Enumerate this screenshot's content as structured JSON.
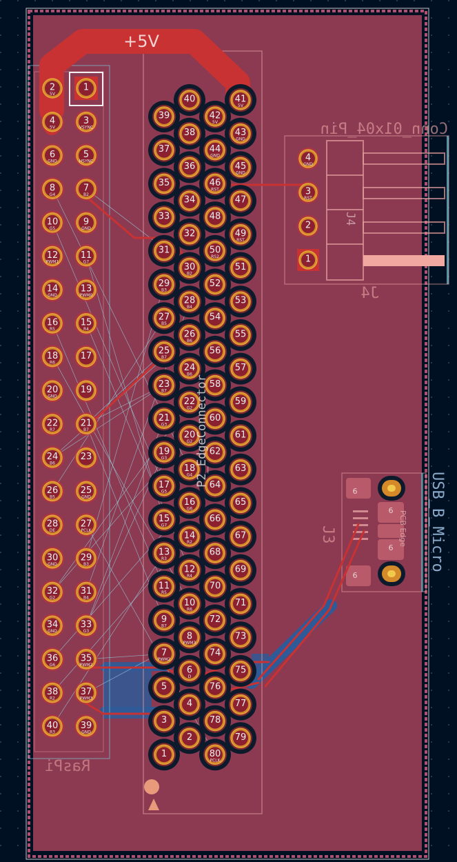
{
  "board": {
    "power_net_label": "+5V",
    "colors": {
      "background": "#001023",
      "copper_fill": "#8b3a52",
      "track_front": "#c83232",
      "track_back": "#2e5a98",
      "pad": "#d58a2a",
      "ratsnest": "#9ad7e6",
      "silkscreen": "#e6a0a0"
    }
  },
  "components": {
    "raspi": {
      "reference": "RasPi",
      "pins": [
        {
          "num": "1",
          "net": ""
        },
        {
          "num": "2",
          "net": "5V"
        },
        {
          "num": "3",
          "net": "VSYNC"
        },
        {
          "num": "4",
          "net": "5V"
        },
        {
          "num": "5",
          "net": "HSYNC"
        },
        {
          "num": "6",
          "net": "GND"
        },
        {
          "num": "7",
          "net": "B2"
        },
        {
          "num": "8",
          "net": "G4"
        },
        {
          "num": "9",
          "net": "GND"
        },
        {
          "num": "10",
          "net": "G5"
        },
        {
          "num": "11",
          "net": "G7"
        },
        {
          "num": "12",
          "net": "PWM1"
        },
        {
          "num": "13",
          "net": "PWM0"
        },
        {
          "num": "14",
          "net": "GND"
        },
        {
          "num": "15",
          "net": "R4"
        },
        {
          "num": "16",
          "net": "R5"
        },
        {
          "num": "17",
          "net": ""
        },
        {
          "num": "18",
          "net": "R6"
        },
        {
          "num": "19",
          "net": ""
        },
        {
          "num": "20",
          "net": "GND"
        },
        {
          "num": "21",
          "net": "B7"
        },
        {
          "num": "22",
          "net": "R7"
        },
        {
          "num": "23",
          "net": ""
        },
        {
          "num": "24",
          "net": "B6"
        },
        {
          "num": "25",
          "net": "GND"
        },
        {
          "num": "26",
          "net": "B5"
        },
        {
          "num": "27",
          "net": "PCLK"
        },
        {
          "num": "28",
          "net": "DE"
        },
        {
          "num": "29",
          "net": "B3"
        },
        {
          "num": "30",
          "net": "GND"
        },
        {
          "num": "31",
          "net": "B4"
        },
        {
          "num": "32",
          "net": "G2"
        },
        {
          "num": "33",
          "net": "G3"
        },
        {
          "num": "34",
          "net": "GND"
        },
        {
          "num": "35",
          "net": "PWM2"
        },
        {
          "num": "36",
          "net": "G6"
        },
        {
          "num": "37",
          "net": "PWM3"
        },
        {
          "num": "38",
          "net": "R2"
        },
        {
          "num": "39",
          "net": "GND"
        },
        {
          "num": "40",
          "net": "R3"
        }
      ]
    },
    "edge_connector": {
      "reference": "P2_EdgeConnector",
      "pins": [
        {
          "num": "1",
          "net": ""
        },
        {
          "num": "2",
          "net": ""
        },
        {
          "num": "3",
          "net": ""
        },
        {
          "num": "4",
          "net": ""
        },
        {
          "num": "5",
          "net": ""
        },
        {
          "num": "6",
          "net": "D"
        },
        {
          "num": "7",
          "net": "PWM2"
        },
        {
          "num": "8",
          "net": "PWM3"
        },
        {
          "num": "9",
          "net": "B7"
        },
        {
          "num": "10",
          "net": "R6"
        },
        {
          "num": "11",
          "net": "R5"
        },
        {
          "num": "12",
          "net": "R4"
        },
        {
          "num": "13",
          "net": "R3"
        },
        {
          "num": "14",
          "net": "R2"
        },
        {
          "num": "15",
          "net": "G7"
        },
        {
          "num": "16",
          "net": "G6"
        },
        {
          "num": "17",
          "net": "G5"
        },
        {
          "num": "18",
          "net": "G4"
        },
        {
          "num": "19",
          "net": "G3"
        },
        {
          "num": "20",
          "net": "G2"
        },
        {
          "num": "21",
          "net": "G3"
        },
        {
          "num": "22",
          "net": "G2"
        },
        {
          "num": "23",
          "net": "B7"
        },
        {
          "num": "24",
          "net": "B6"
        },
        {
          "num": "25",
          "net": "B7"
        },
        {
          "num": "26",
          "net": "B6"
        },
        {
          "num": "27",
          "net": "B5"
        },
        {
          "num": "28",
          "net": "B4"
        },
        {
          "num": "29",
          "net": "B3"
        },
        {
          "num": "30",
          "net": "B2"
        },
        {
          "num": "31",
          "net": ""
        },
        {
          "num": "32",
          "net": ""
        },
        {
          "num": "33",
          "net": ""
        },
        {
          "num": "34",
          "net": ""
        },
        {
          "num": "35",
          "net": ""
        },
        {
          "num": "36",
          "net": ""
        },
        {
          "num": "37",
          "net": ""
        },
        {
          "num": "38",
          "net": ""
        },
        {
          "num": "39",
          "net": ""
        },
        {
          "num": "40",
          "net": ""
        },
        {
          "num": "41",
          "net": "5V"
        },
        {
          "num": "42",
          "net": "5V"
        },
        {
          "num": "43",
          "net": "GND"
        },
        {
          "num": "44",
          "net": "GND"
        },
        {
          "num": "45",
          "net": "GND"
        },
        {
          "num": "46",
          "net": "RST"
        },
        {
          "num": "47",
          "net": ""
        },
        {
          "num": "48",
          "net": ""
        },
        {
          "num": "49",
          "net": "RST"
        },
        {
          "num": "50",
          "net": "RS2"
        },
        {
          "num": "51",
          "net": ""
        },
        {
          "num": "52",
          "net": ""
        },
        {
          "num": "53",
          "net": ""
        },
        {
          "num": "54",
          "net": ""
        },
        {
          "num": "55",
          "net": ""
        },
        {
          "num": "56",
          "net": ""
        },
        {
          "num": "57",
          "net": ""
        },
        {
          "num": "58",
          "net": ""
        },
        {
          "num": "59",
          "net": ""
        },
        {
          "num": "60",
          "net": ""
        },
        {
          "num": "61",
          "net": ""
        },
        {
          "num": "62",
          "net": ""
        },
        {
          "num": "63",
          "net": ""
        },
        {
          "num": "64",
          "net": ""
        },
        {
          "num": "65",
          "net": ""
        },
        {
          "num": "66",
          "net": ""
        },
        {
          "num": "67",
          "net": ""
        },
        {
          "num": "68",
          "net": ""
        },
        {
          "num": "69",
          "net": ""
        },
        {
          "num": "70",
          "net": ""
        },
        {
          "num": "71",
          "net": ""
        },
        {
          "num": "72",
          "net": ""
        },
        {
          "num": "73",
          "net": ""
        },
        {
          "num": "74",
          "net": ""
        },
        {
          "num": "75",
          "net": ""
        },
        {
          "num": "76",
          "net": ""
        },
        {
          "num": "77",
          "net": ""
        },
        {
          "num": "78",
          "net": ""
        },
        {
          "num": "79",
          "net": ""
        },
        {
          "num": "80",
          "net": "PCLK"
        }
      ]
    },
    "j4": {
      "reference": "J4",
      "value": "Conn_01x04_Pin",
      "fab_reference": "J4",
      "pins": [
        {
          "num": "4",
          "net": "GND"
        },
        {
          "num": "3",
          "net": "RST"
        },
        {
          "num": "2",
          "net": ""
        },
        {
          "num": "1",
          "net": ""
        }
      ]
    },
    "j3": {
      "reference": "J3",
      "value": "USB_B_Micro",
      "edge_note": "PCB Edge",
      "pad_label": "6"
    }
  }
}
